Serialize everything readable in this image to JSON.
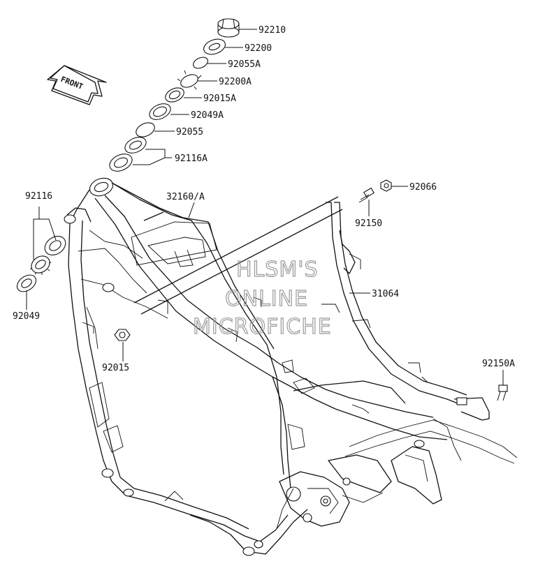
{
  "parts": {
    "p92210": "92210",
    "p92200": "92200",
    "p92055A": "92055A",
    "p92200A": "92200A",
    "p92015A": "92015A",
    "p92049A": "92049A",
    "p92055": "92055",
    "p92116A": "92116A",
    "p92116": "92116",
    "p32160": "32160/A",
    "p92066": "92066",
    "p92150": "92150",
    "p31064": "31064",
    "p92049": "92049",
    "p92015": "92015",
    "p92150A": "92150A"
  },
  "front_arrow": {
    "label": "FRONT"
  },
  "watermark": {
    "line1": "HLSM'S",
    "line2": "ONLINE",
    "line3": "MICROFICHE"
  },
  "colors": {
    "line": "#111111",
    "watermark": "#9a9a9a",
    "background": "#ffffff"
  }
}
